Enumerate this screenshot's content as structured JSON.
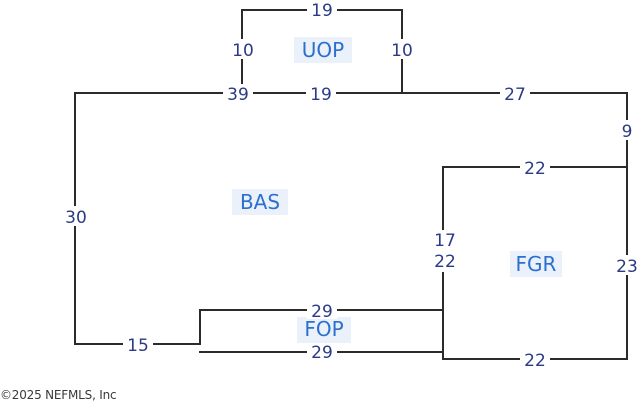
{
  "areas": {
    "uop": "UOP",
    "bas": "BAS",
    "fgr": "FGR",
    "fop": "FOP"
  },
  "dimensions": {
    "uop_top": "19",
    "uop_left": "10",
    "uop_right": "10",
    "bas_top_left": "39",
    "bas_top_mid": "19",
    "bas_top_right": "27",
    "right_upper": "9",
    "bas_left": "30",
    "bas_bottom_left": "15",
    "fgr_top": "22",
    "fgr_left_upper": "17",
    "fgr_left_lower": "22",
    "fgr_right": "23",
    "fgr_bottom": "22",
    "fop_top": "29",
    "fop_bottom": "29"
  },
  "copyright": "©2025 NEFMLS, Inc"
}
